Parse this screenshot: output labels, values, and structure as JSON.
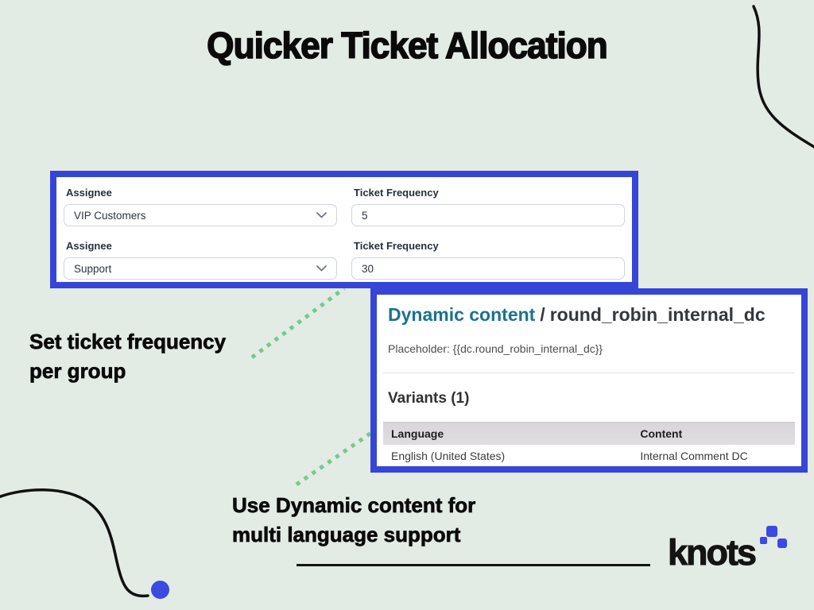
{
  "slide": {
    "title": "Quicker Ticket Allocation"
  },
  "colors": {
    "background": "#e3ebe5",
    "panel_border_blue": "#3545d8",
    "brand_blue": "#3b4ae1",
    "dotted_line_green": "#74ca8c",
    "link_teal": "#19738f"
  },
  "assignee_panel": {
    "rows": [
      {
        "assignee_label": "Assignee",
        "assignee_value": "VIP Customers",
        "frequency_label": "Ticket Frequency",
        "frequency_value": "5"
      },
      {
        "assignee_label": "Assignee",
        "assignee_value": "Support",
        "frequency_label": "Ticket Frequency",
        "frequency_value": "30"
      }
    ]
  },
  "dynamic_panel": {
    "breadcrumb": {
      "link": "Dynamic content",
      "separator": "/",
      "current": "round_robin_internal_dc"
    },
    "placeholder": "Placeholder: {{dc.round_robin_internal_dc}}",
    "variants_heading": "Variants (1)",
    "table": {
      "headers": [
        "Language",
        "Content"
      ],
      "rows": [
        {
          "language": "English (United States)",
          "content": "Internal Comment DC"
        }
      ]
    }
  },
  "annotations": {
    "frequency": {
      "line1": "Set ticket frequency",
      "line2": "per group"
    },
    "dynamic": {
      "line1": "Use Dynamic content for",
      "line2": "multi language support"
    }
  },
  "logo": {
    "text": "knots"
  }
}
